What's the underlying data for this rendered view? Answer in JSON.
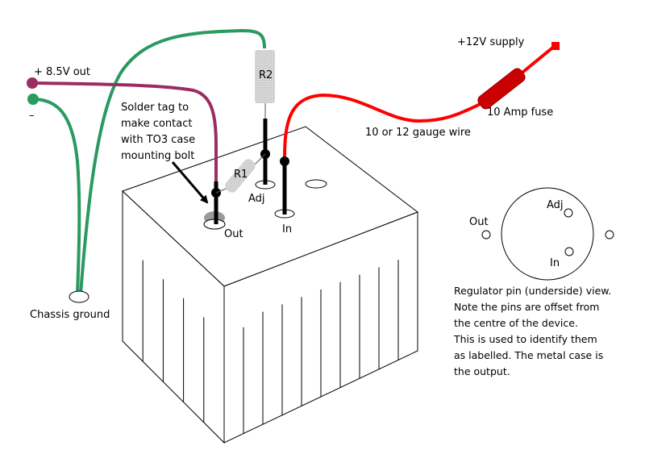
{
  "title": "Adjustable regulator wiring with TO3 package",
  "colors": {
    "output_wire": "#9b2d63",
    "ground_wire": "#2a9a60",
    "supply_wire": "#ff0000",
    "fuse": "#cc0000",
    "pin": "#000000",
    "resistor": "#cfcfcf",
    "outline": "#000000"
  },
  "labels": {
    "output": "+ 8.5V out",
    "ground_symbol": "–",
    "chassis_ground": "Chassis ground",
    "solder_tag": [
      "Solder tag to",
      "make contact",
      "with TO3 case",
      "mounting bolt"
    ],
    "r1": "R1",
    "r2": "R2",
    "supply": "+12V supply",
    "fuse": "10 Amp fuse",
    "wire_gauge": "10 or 12 gauge wire",
    "pin_out": "Out",
    "pin_adj": "Adj",
    "pin_in": "In"
  },
  "pin_view": {
    "pin_out": "Out",
    "pin_adj": "Adj",
    "pin_in": "In",
    "caption": [
      "Regulator pin (underside) view.",
      "Note the pins are offset from",
      "the centre of the device.",
      "This is used to identify them",
      "as labelled. The metal case is",
      "the output."
    ]
  }
}
